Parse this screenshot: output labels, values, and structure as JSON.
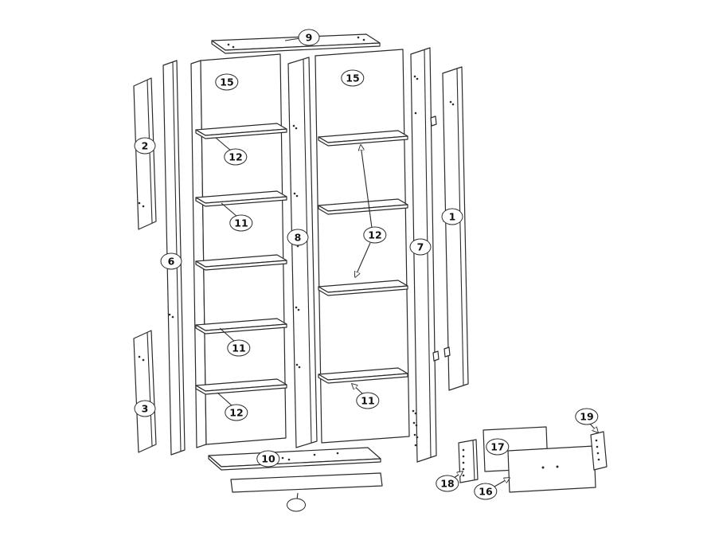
{
  "colors": {
    "background": "#ffffff",
    "line": "#2b2b2b"
  },
  "callouts": [
    {
      "label": "9"
    },
    {
      "label": "15"
    },
    {
      "label": "15"
    },
    {
      "label": "2"
    },
    {
      "label": "12"
    },
    {
      "label": "11"
    },
    {
      "label": "1"
    },
    {
      "label": "12"
    },
    {
      "label": "8"
    },
    {
      "label": "7"
    },
    {
      "label": "6"
    },
    {
      "label": "11"
    },
    {
      "label": "11"
    },
    {
      "label": "3"
    },
    {
      "label": "12"
    },
    {
      "label": "19"
    },
    {
      "label": "17"
    },
    {
      "label": "10"
    },
    {
      "label": "18"
    },
    {
      "label": "16"
    },
    {
      "label": ""
    }
  ]
}
